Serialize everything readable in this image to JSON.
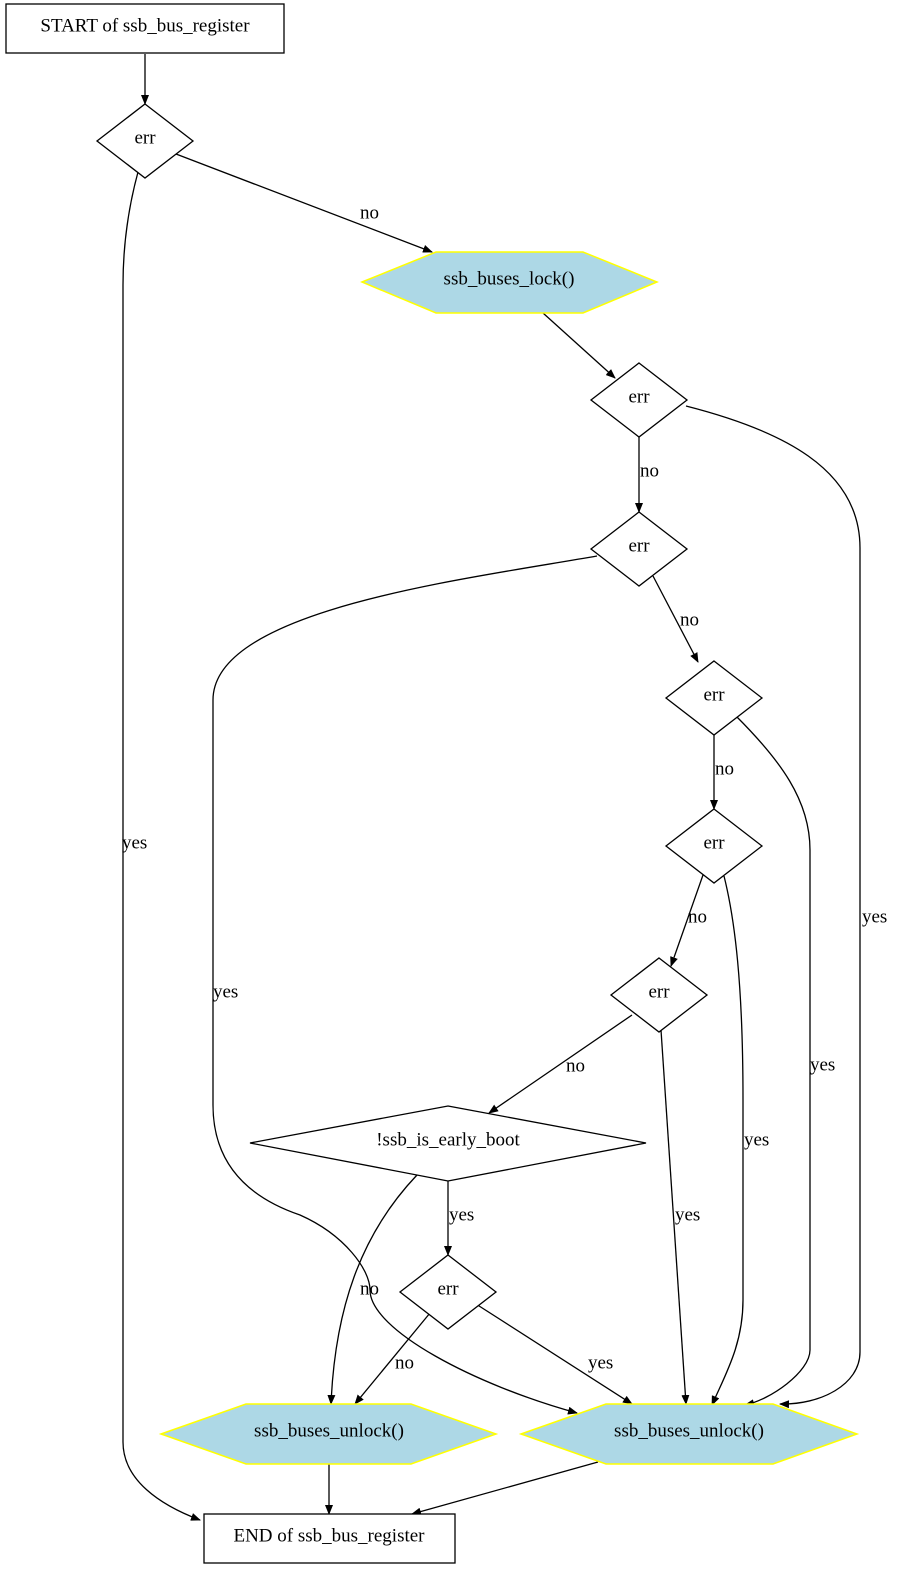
{
  "diagram": {
    "colors": {
      "call_fill": "#add8e6",
      "call_stroke": "#ffff00",
      "line": "#000000",
      "background": "#ffffff"
    },
    "nodes": {
      "start": "START of ssb_bus_register",
      "err1": "err",
      "lock": "ssb_buses_lock()",
      "err2": "err",
      "err3": "err",
      "err4": "err",
      "err5": "err",
      "err6": "err",
      "early_boot": "!ssb_is_early_boot",
      "err7": "err",
      "unlock_left": "ssb_buses_unlock()",
      "unlock_right": "ssb_buses_unlock()",
      "end": "END of ssb_bus_register"
    },
    "edge_labels": {
      "err1_no": "no",
      "err1_yes": "yes",
      "err2_no": "no",
      "err2_yes": "yes",
      "err3_no": "no",
      "err3_yes": "yes",
      "err4_no": "no",
      "err4_yes": "yes",
      "err5_no": "no",
      "err5_yes": "yes",
      "err6_no": "no",
      "err6_yes": "yes",
      "early_boot_yes": "yes",
      "early_boot_no": "no",
      "err7_no": "no",
      "err7_yes": "yes"
    }
  }
}
